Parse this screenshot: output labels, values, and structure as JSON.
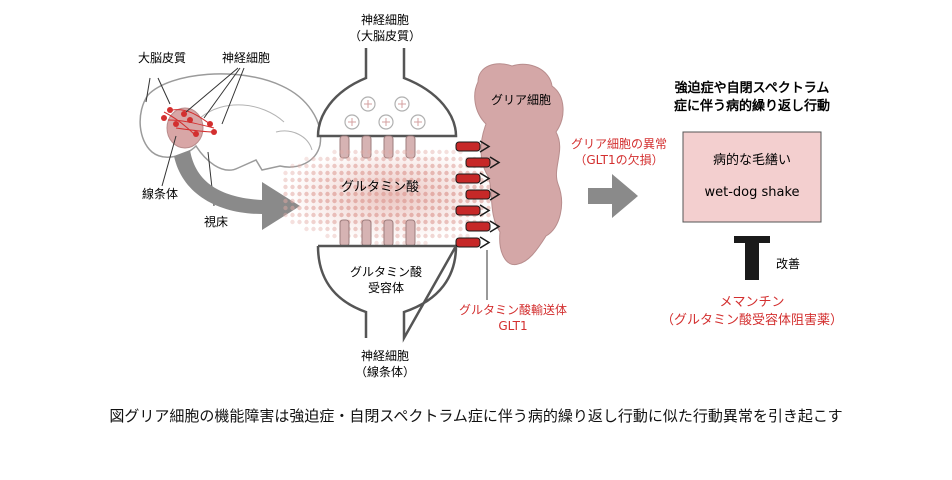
{
  "brain": {
    "cortex_label": "大脳皮質",
    "neuron_label": "神経細胞",
    "striatum_label": "線条体",
    "thalamus_label": "視床"
  },
  "synapse": {
    "top_neuron_line1": "神経細胞",
    "top_neuron_line2": "（大脳皮質）",
    "glutamate_label": "グルタミン酸",
    "receptor_line1": "グルタミン酸",
    "receptor_line2": "受容体",
    "bottom_neuron_line1": "神経細胞",
    "bottom_neuron_line2": "（線条体）",
    "transporter_line1": "グルタミン酸輸送体",
    "transporter_line2": "GLT1",
    "glia_label": "グリア細胞"
  },
  "abnormality": {
    "line1": "グリア細胞の異常",
    "line2": "（GLT1の欠損）"
  },
  "behavior": {
    "title_line1": "強迫症や自閉スペクトラム",
    "title_line2": "症に伴う病的繰り返し行動",
    "box_line1": "病的な毛繕い",
    "box_line2": "wet-dog shake",
    "improve_label": "改善",
    "drug_line1": "メマンチン",
    "drug_line2": "（グルタミン酸受容体阻害薬）"
  },
  "caption": "図グリア細胞の機能障害は強迫症・自閉スペクトラム症に伴う病的繰り返し行動に似た行動異常を引き起こす",
  "colors": {
    "accent_red": "#d32f2f",
    "glia_pink": "#d4a7a7",
    "box_pink": "#f3cfcf",
    "arrow_gray": "#8a8a8a"
  }
}
